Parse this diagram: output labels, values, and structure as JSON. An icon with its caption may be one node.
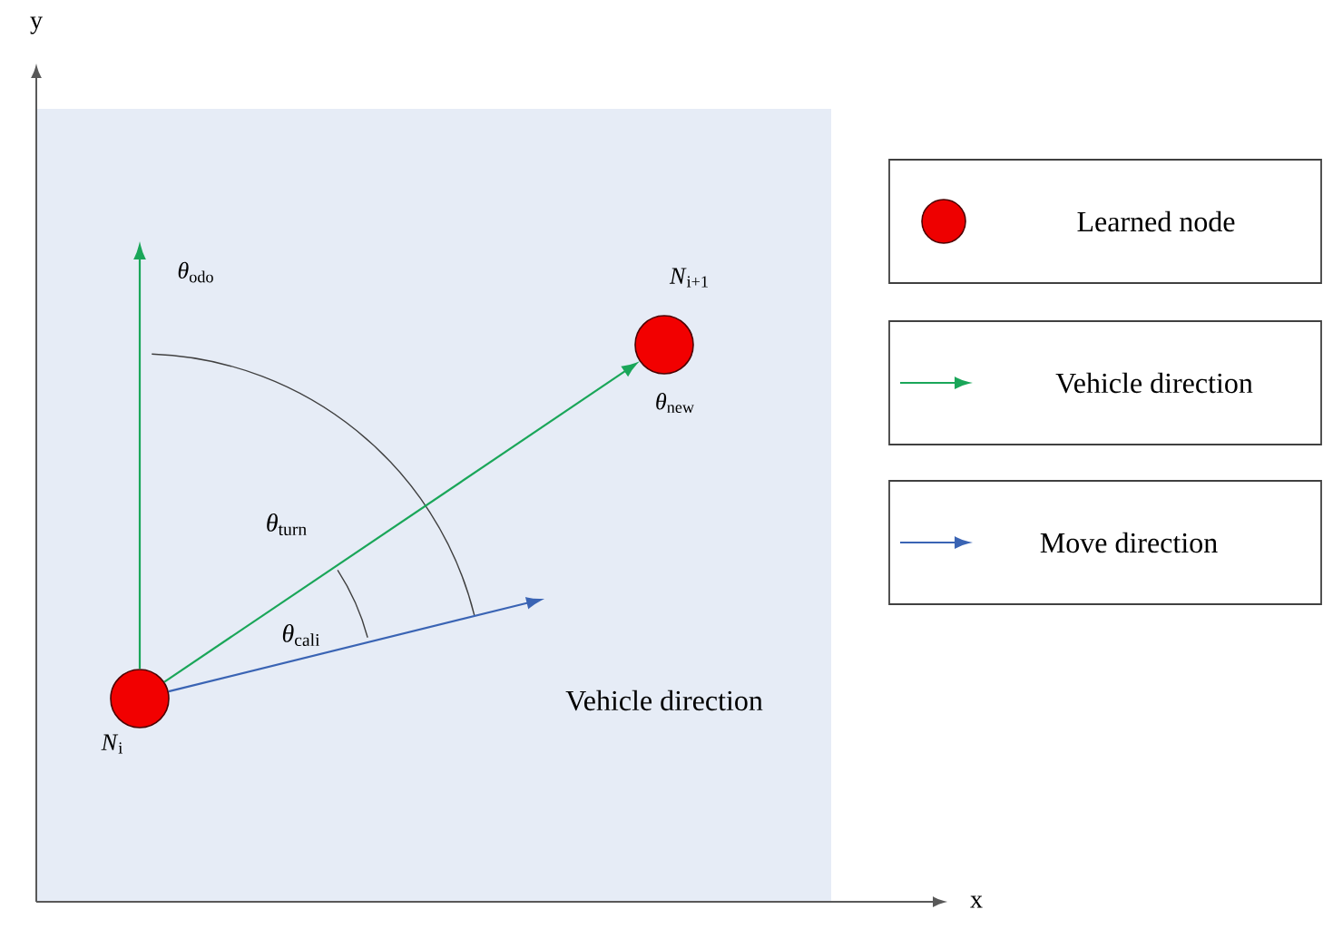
{
  "diagram": {
    "nodes": [
      {
        "text": [],
        "shape": "circle",
        "beside": [
          "*N*$_{i}$"
        ]
      },
      {
        "text": [],
        "shape": "circle",
        "beside": [
          "*N*$_{i+1}$"
        ]
      }
    ],
    "edges": [
      {
        "from": 0,
        "to": null,
        "arrow": "to",
        "label": "*θ*$_{odo}$"
      },
      {
        "from": 0,
        "to": 1,
        "arrow": "to",
        "label": "*θ*$_{new}$"
      },
      {
        "from": 0,
        "to": null,
        "arrow": "to",
        "color": "#3a64b4"
      }
    ],
    "labels": [
      "y",
      "*θ*$_{turn}$",
      "*θ*$_{cali}$",
      "Vehicle direction",
      "x"
    ],
    "legend": [
      {
        "text": "Learned node",
        "color": "#ee0000"
      },
      {
        "text": "Vehicle direction",
        "color": "#1aa659"
      },
      {
        "text": "Move direction",
        "color": "#3a64b4"
      }
    ]
  }
}
